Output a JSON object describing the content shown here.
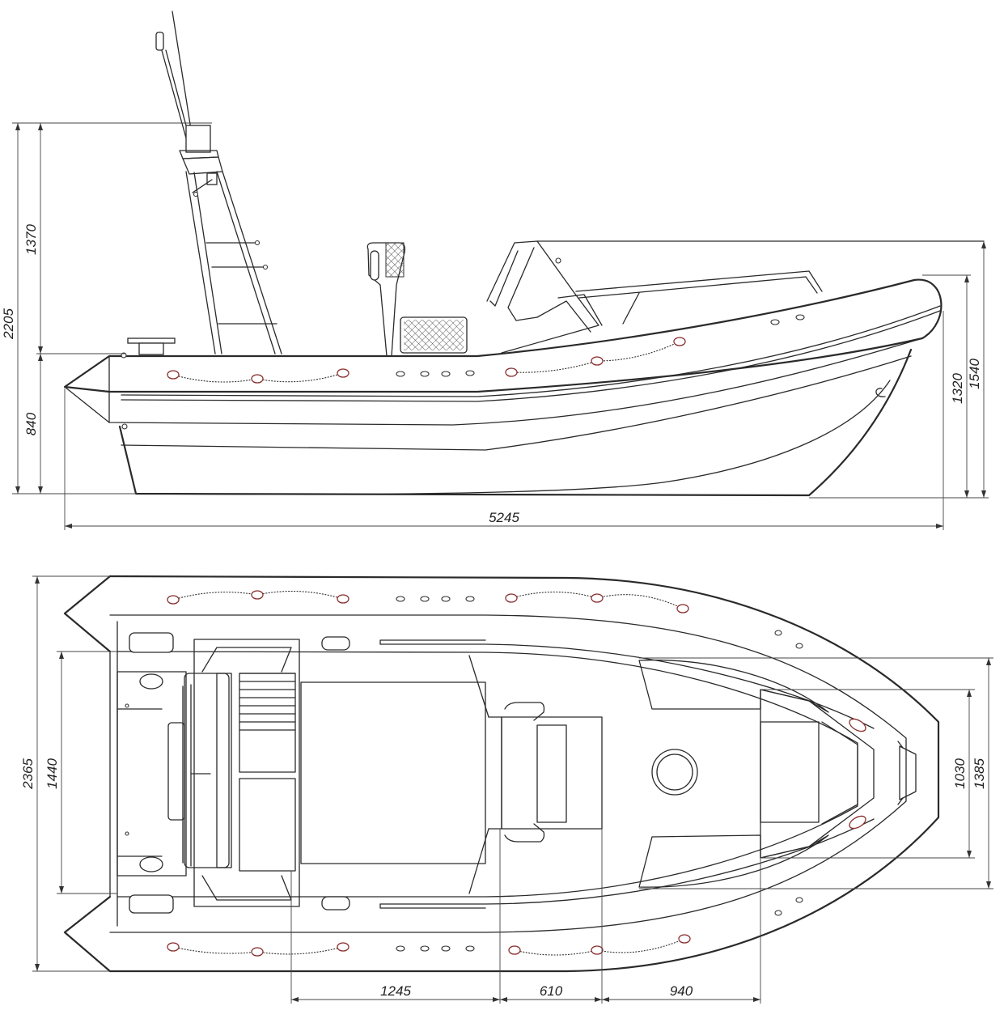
{
  "side_view": {
    "height_total": "2205",
    "height_upper": "1370",
    "height_lower": "840",
    "length_overall": "5245",
    "height_right_inner": "1320",
    "height_right_outer": "1540"
  },
  "top_view": {
    "beam_total": "2365",
    "beam_inner": "1440",
    "bow_inner": "1030",
    "bow_outer": "1385",
    "station_1": "1245",
    "station_2": "610",
    "station_3": "940"
  },
  "colors": {
    "line": "#2a2a2a",
    "ring_accent": "#8a2f2f",
    "background": "#ffffff"
  }
}
